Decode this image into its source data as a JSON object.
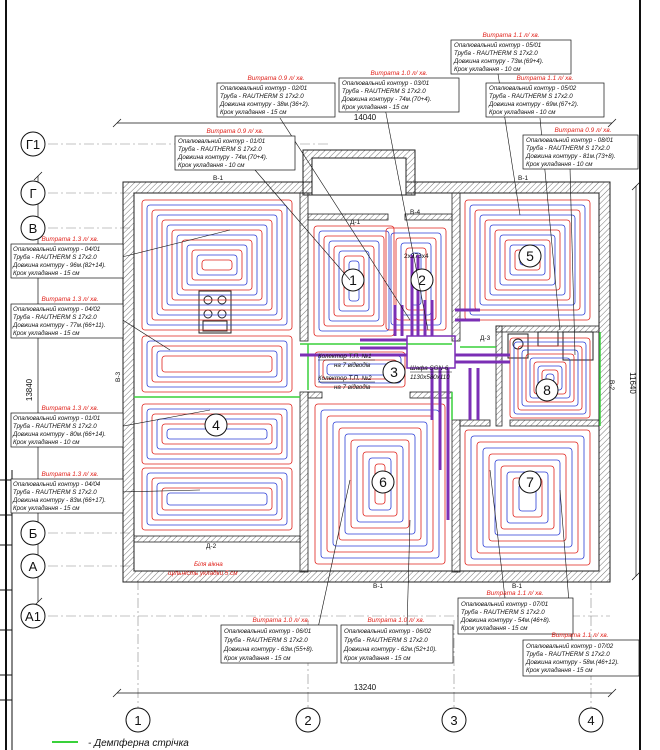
{
  "dimensions": {
    "top": "14040",
    "bottom": "13240",
    "left": "13840",
    "right": "11640"
  },
  "axes": {
    "rows": [
      "Г1",
      "Г",
      "В",
      "Б",
      "А",
      "А1"
    ],
    "cols": [
      "1",
      "2",
      "3",
      "4"
    ],
    "side_left": "В-3",
    "side_right": "В-2"
  },
  "zones": [
    "1",
    "2",
    "3",
    "4",
    "5",
    "6",
    "7",
    "8"
  ],
  "labels": {
    "d1": "Д-1",
    "d2": "Д-2",
    "d3": "Д-3",
    "v1_top": "В-1",
    "v1_top_right": "В-1",
    "v1_bottom_left": "В-1",
    "v1_bottom_right": "В-1",
    "v4": "В-4",
    "vent": "2х273х4",
    "window_note_1": "Біля вікна",
    "window_note_2": "щільність укладки 5 см"
  },
  "collector": {
    "line1": "Колектор Т.П. №1",
    "line2": "на 7 відводів",
    "line3": "Колектор Т.П. №2",
    "line4": "на 7 відводів",
    "cabinet_1": "Шафа SGN-6",
    "cabinet_2": "1130х580х110"
  },
  "legend": {
    "damper": "- Демпферна стрічка"
  },
  "circuits": {
    "c0501": {
      "title": "Витрата 1.1 л/ хв.",
      "lines": [
        "Опалювальний контур - 05/01",
        "Труба - RAUTHERM S 17x2.0",
        "Довжина контуру - 73м.(69+4).",
        "Крок укладання - 10 см"
      ]
    },
    "c0301": {
      "title": "Витрата 1.0 л/ хв.",
      "lines": [
        "Опалювальний контур - 03/01",
        "Труба - RAUTHERM S 17x2.0",
        "Довжина контуру - 74м.(70+4).",
        "Крок укладання - 15 см"
      ]
    },
    "c0201": {
      "title": "Витрата 0.9 л/ хв.",
      "lines": [
        "Опалювальний контур - 02/01",
        "Труба - RAUTHERM S 17x2.0",
        "Довжина контуру - 38м.(36+2).",
        "Крок укладання - 15 см"
      ]
    },
    "c0502": {
      "title": "Витрата 1.1 л/ хв.",
      "lines": [
        "Опалювальний контур - 05/02",
        "Труба - RAUTHERM S 17x2.0",
        "Довжина контуру - 69м.(67+2).",
        "Крок укладання - 10 см"
      ]
    },
    "c0101": {
      "title": "Витрата 0.9 л/ хв.",
      "lines": [
        "Опалювальний контур - 01/01",
        "Труба - RAUTHERM S 17x2.0",
        "Довжина контуру - 74м.(70+4).",
        "Крок укладання - 10 см"
      ]
    },
    "c0801": {
      "title": "Витрата 0.9 л/ хв.",
      "lines": [
        "Опалювальний контур - 08/01",
        "Труба - RAUTHERM S 17x2.0",
        "Довжина контуру - 81м.(73+8).",
        "Крок укладання - 10 см"
      ]
    },
    "c0401": {
      "title": "Витрата 1.3 л/ хв.",
      "lines": [
        "Опалювальний контур - 04/01",
        "Труба - RAUTHERM S 17x2.0",
        "Довжина контуру - 96м.(82+14).",
        "Крок укладання - 15 см"
      ]
    },
    "c0402": {
      "title": "Витрата 1.3 л/ хв.",
      "lines": [
        "Опалювальний контур - 04/02",
        "Труба - RAUTHERM S 17x2.0",
        "Довжина контуру - 77м.(66+11).",
        "Крок укладання - 15 см"
      ]
    },
    "c0403": {
      "title": "Витрата 1.3 л/ хв.",
      "lines": [
        "Опалювальний контур - 01/01",
        "Труба - RAUTHERM S 17x2.0",
        "Довжина контуру - 80м.(66+14).",
        "Крок укладання - 10 см"
      ]
    },
    "c0404": {
      "title": "Витрата 1.3 л/ хв.",
      "lines": [
        "Опалювальний контур - 04/04",
        "Труба - RAUTHERM S 17x2.0",
        "Довжина контуру - 83м.(66+17).",
        "Крок укладання - 15 см"
      ]
    },
    "c0601": {
      "title": "Витрата 1.0 л/ хв.",
      "lines": [
        "Опалювальний контур - 06/01",
        "Труба - RAUTHERM S 17x2.0",
        "Довжина контуру - 63м.(55+8).",
        "Крок укладання - 15 см"
      ]
    },
    "c0602": {
      "title": "Витрата 1.0 л/ хв.",
      "lines": [
        "Опалювальний контур - 06/02",
        "Труба - RAUTHERM S 17x2.0",
        "Довжина контуру - 62м.(52+10).",
        "Крок укладання - 15 см"
      ]
    },
    "c0701": {
      "title": "Витрата 1.1 л/ хв.",
      "lines": [
        "Опалювальний контур - 07/01",
        "Труба - RAUTHERM S 17x2.0",
        "Довжина контуру - 54м.(46+8).",
        "Крок укладання - 15 см"
      ]
    },
    "c0702": {
      "title": "Витрата 1.1 л/ хв.",
      "lines": [
        "Опалювальний контур - 07/02",
        "Труба - RAUTHERM S 17x2.0",
        "Довжина контуру - 58м.(46+12).",
        "Крок укладання - 15 см"
      ]
    }
  },
  "colors": {
    "supply": "#e0221b",
    "return": "#2c3fd6",
    "collector": "#7b2fb5",
    "damper": "#39d13a",
    "wall": "#222222"
  }
}
